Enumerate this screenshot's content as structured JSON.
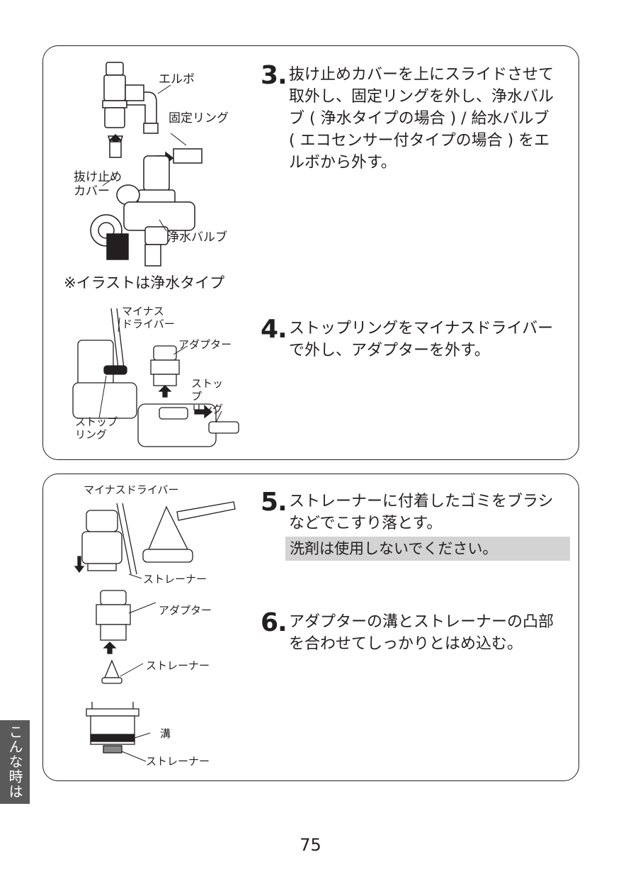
{
  "steps": [
    {
      "number": "3.",
      "text": "抜け止めカバーを上にスライドさせて\n取外し、固定リングを外し、浄水バル\nブ ( 浄水タイプの場合 ) / 給水バルブ\n( エコセンサー付タイプの場合 ) をエ\nルボから外す。"
    },
    {
      "number": "4.",
      "text": "ストップリングをマイナスドライバー\nで外し、アダプターを外す。"
    },
    {
      "number": "5.",
      "text": "ストレーナーに付着したゴミをブラシ\nなどでこすり落とす。"
    },
    {
      "number": "6.",
      "text": "アダプターの溝とストレーナーの凸部\nを合わせてしっかりとはめ込む。"
    }
  ],
  "caution": "洗剤は使用しないでください。",
  "remark": "※イラストは浄水タイプ",
  "labels": {
    "elbow": "エルボ",
    "fixing_ring": "固定リング",
    "cover": "抜け止め\nカバー",
    "filter_valve": "浄水バルブ",
    "driver_top": "マイナス\nドライバー",
    "adapter_top": "アダプター",
    "stop_ring_right": "ストッ\nプ\nリング",
    "stop_ring_left": "ストップ\nリング",
    "driver_bottom": "マイナスドライバー",
    "strainer_1": "ストレーナー",
    "adapter_bottom": "アダプター",
    "strainer_2": "ストレーナー",
    "groove": "溝",
    "strainer_3": "ストレーナー"
  },
  "side_tab": "こんな時は",
  "page_number": "75"
}
